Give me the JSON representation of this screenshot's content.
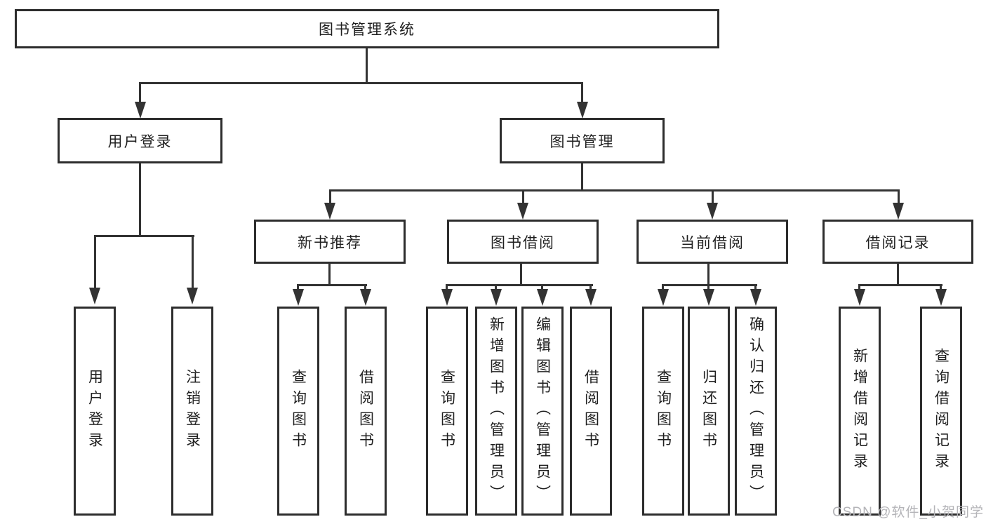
{
  "style": {
    "line_color": "#333333",
    "box_border_color": "#2d2d2d",
    "text_color": "#1f1f1f",
    "watermark_color": "#b4b4b8",
    "bg_color": "#ffffff"
  },
  "watermark": {
    "text": "CSDN @软件_小贺同学"
  },
  "tree": {
    "root": "图书管理系统",
    "branches": [
      {
        "label": "用户登录",
        "children": [
          "用户登录",
          "注销登录"
        ]
      },
      {
        "label": "图书管理",
        "sections": [
          {
            "label": "新书推荐",
            "children": [
              "查询图书",
              "借阅图书"
            ]
          },
          {
            "label": "图书借阅",
            "children": [
              "查询图书",
              "新增图书（管理员）",
              "编辑图书（管理员）",
              "借阅图书"
            ]
          },
          {
            "label": "当前借阅",
            "children": [
              "查询图书",
              "归还图书",
              "确认归还（管理员）"
            ]
          },
          {
            "label": "借阅记录",
            "children": [
              "新增借阅记录",
              "查询借阅记录"
            ]
          }
        ]
      }
    ]
  }
}
